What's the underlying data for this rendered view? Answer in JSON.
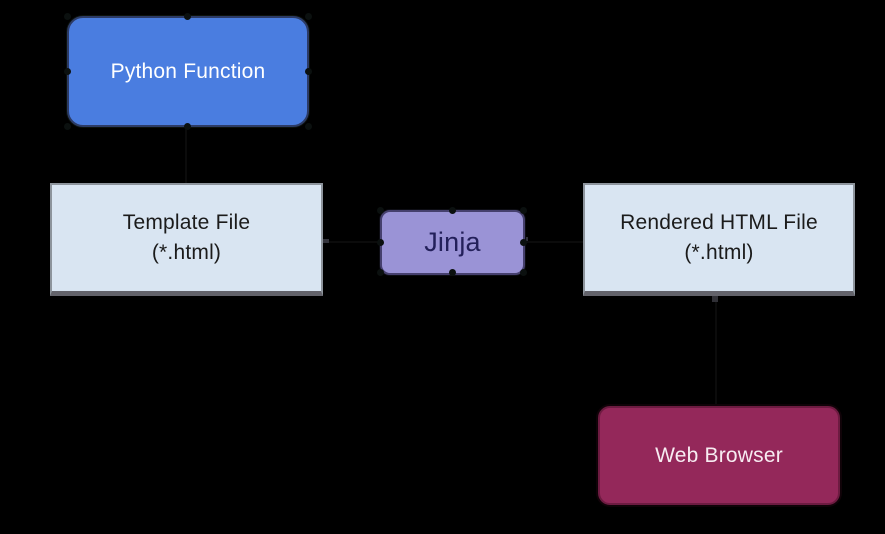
{
  "canvas": {
    "background_color": "#000000"
  },
  "diagram": {
    "nodes": [
      {
        "id": "python-function",
        "label": "Python Function",
        "shape": "rounded-rectangle",
        "fill_color": "#4a7de0",
        "border_color": "#2c3b66",
        "text_color": "#ffffff"
      },
      {
        "id": "template-file",
        "label": "Template File",
        "sublabel": "(*.html)",
        "shape": "rectangle",
        "fill_color": "#d9e5f2",
        "border_color": "#8d949c",
        "text_color": "#1b1b1b"
      },
      {
        "id": "jinja",
        "label": "Jinja",
        "shape": "rounded-rectangle",
        "fill_color": "#9a93d6",
        "border_color": "#46406e",
        "text_color": "#23205a"
      },
      {
        "id": "rendered-html-file",
        "label": "Rendered HTML File",
        "sublabel": "(*.html)",
        "shape": "rectangle",
        "fill_color": "#d9e5f2",
        "border_color": "#8d949c",
        "text_color": "#1b1b1b"
      },
      {
        "id": "web-browser",
        "label": "Web Browser",
        "shape": "rounded-rectangle",
        "fill_color": "#94285a",
        "border_color": "#6d1b41",
        "text_color": "#f7ebf1"
      }
    ],
    "connectors": [
      {
        "id": "python-to-template",
        "from": "python-function",
        "to": "template-file",
        "orientation": "vertical",
        "color": "#0b0b0b"
      },
      {
        "id": "template-to-jinja",
        "from": "template-file",
        "to": "jinja",
        "orientation": "horizontal",
        "color": "#0b0b0b"
      },
      {
        "id": "jinja-to-rendered",
        "from": "jinja",
        "to": "rendered-html-file",
        "orientation": "horizontal",
        "color": "#0b0b0b"
      },
      {
        "id": "rendered-to-browser",
        "from": "rendered-html-file",
        "to": "web-browser",
        "orientation": "vertical",
        "color": "#0b0b0b"
      }
    ]
  }
}
